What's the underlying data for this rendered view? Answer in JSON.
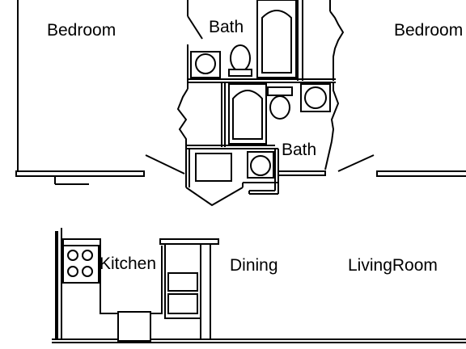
{
  "rooms": {
    "bedroom_left": "Bedroom",
    "bath_top": "Bath",
    "bedroom_right": "Bedroom",
    "bath_middle": "Bath",
    "kitchen": "Kitchen",
    "dining": "Dining",
    "living_room": "LivingRoom"
  },
  "colors": {
    "line": "#000000",
    "background": "#ffffff"
  }
}
